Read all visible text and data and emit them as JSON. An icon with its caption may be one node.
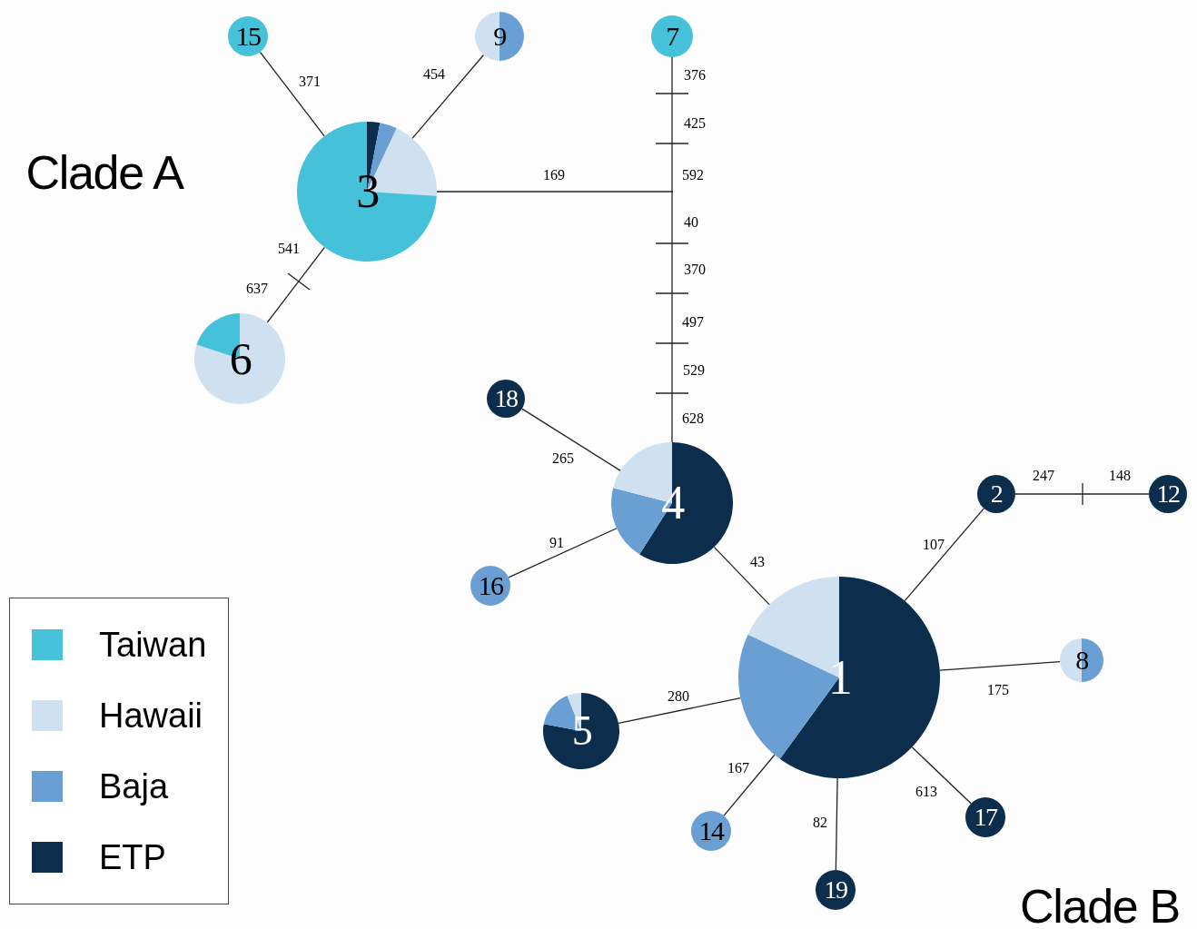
{
  "diagram": {
    "nodes": [
      {
        "text": [
          "15"
        ]
      },
      {
        "text": [
          "9"
        ]
      },
      {
        "text": [
          "7"
        ]
      },
      {
        "text": [
          "3"
        ]
      },
      {
        "text": [
          "6"
        ]
      },
      {
        "text": [
          "18"
        ]
      },
      {
        "text": [
          "4"
        ]
      },
      {
        "text": [
          "2"
        ]
      },
      {
        "text": [
          "12"
        ]
      },
      {
        "text": [
          "16"
        ]
      },
      {
        "text": [
          "1"
        ]
      },
      {
        "text": [
          "8"
        ]
      },
      {
        "text": [
          "5"
        ]
      },
      {
        "text": [
          "17"
        ]
      },
      {
        "text": [
          "14"
        ]
      },
      {
        "text": [
          "19"
        ]
      }
    ],
    "edges": [
      {
        "from": 0,
        "to": 3,
        "arrow": "none",
        "label": "371"
      },
      {
        "from": 1,
        "to": 3,
        "arrow": "none",
        "label": "454"
      },
      {
        "from": 2,
        "to": 6,
        "arrow": "none"
      },
      {
        "from": 3,
        "to": null,
        "arrow": "none",
        "label": "169"
      },
      {
        "from": 3,
        "to": 4,
        "arrow": "none"
      },
      {
        "from": 5,
        "to": 6,
        "arrow": "none",
        "label": "265"
      },
      {
        "from": 9,
        "to": 6,
        "arrow": "none",
        "label": "91"
      },
      {
        "from": 6,
        "to": 10,
        "arrow": "none",
        "label": "43"
      },
      {
        "from": 7,
        "to": 10,
        "arrow": "none",
        "label": "107"
      },
      {
        "from": 7,
        "to": 8,
        "arrow": "none"
      },
      {
        "from": 11,
        "to": 10,
        "arrow": "none",
        "label": "175"
      },
      {
        "from": 12,
        "to": 10,
        "arrow": "none",
        "label": "280"
      },
      {
        "from": 13,
        "to": 10,
        "arrow": "none",
        "label": "613"
      },
      {
        "from": 14,
        "to": 10,
        "arrow": "none",
        "label": "167"
      },
      {
        "from": 15,
        "to": 10,
        "arrow": "none",
        "label": "82"
      }
    ],
    "labels": [
      "376",
      "425",
      "Clade A",
      "592",
      "40",
      "541",
      "370",
      "637",
      "497",
      "529",
      "628",
      "247",
      "148",
      "Clade B"
    ],
    "legend": [
      {
        "text": "Taiwan",
        "color": "#45c1d9"
      },
      {
        "text": "Hawaii",
        "color": "#cfe0f1"
      },
      {
        "text": "Baja",
        "color": "#6a9fd4"
      },
      {
        "text": "ETP",
        "color": "#0d2d4d"
      }
    ]
  }
}
